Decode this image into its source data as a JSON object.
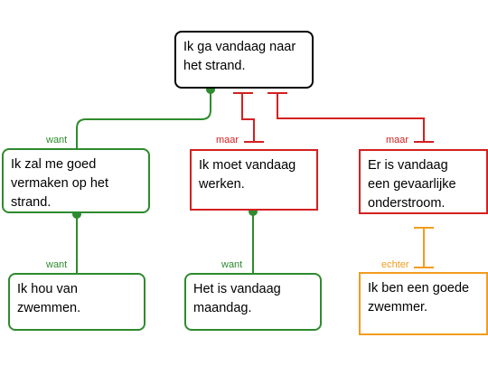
{
  "colors": {
    "black": "#000000",
    "support": "#2e8b2e",
    "objection": "#d42020",
    "rebuttal": "#f39c1e"
  },
  "nodes": {
    "main": {
      "text": "Ik ga vandaag naar\nhet strand."
    },
    "reason1": {
      "text": "Ik zal me goed\nvermaken op het\nstrand."
    },
    "objection1": {
      "text": "Ik moet vandaag\nwerken."
    },
    "objection2": {
      "text": "Er is vandaag\neen gevaarlijke\nonderstroom."
    },
    "reason1_1": {
      "text": "Ik hou van\nzwemmen."
    },
    "reason2_1": {
      "text": "Het is vandaag\nmaandag."
    },
    "rebuttal1": {
      "text": "Ik ben een goede\nzwemmer."
    }
  },
  "labels": {
    "want1": "want",
    "maar1": "maar",
    "maar2": "maar",
    "want2": "want",
    "want3": "want",
    "echter": "echter"
  }
}
